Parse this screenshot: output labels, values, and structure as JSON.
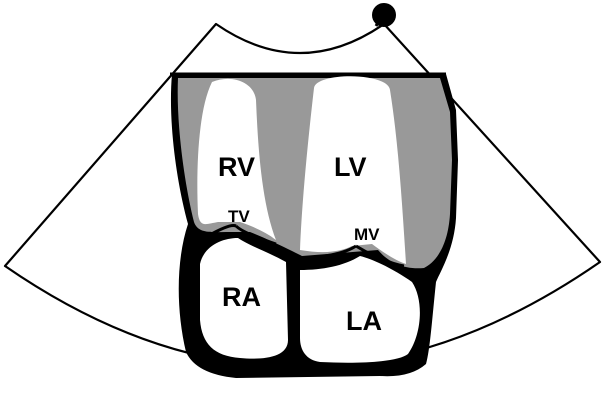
{
  "labels": {
    "right_ventricle": "RV",
    "left_ventricle": "LV",
    "tricuspid_valve": "TV",
    "mitral_valve": "MV",
    "right_atrium": "RA",
    "left_atrium": "LA"
  },
  "colors": {
    "background": "#ffffff",
    "outline": "#000000",
    "myocardium_shade": "#999999",
    "cavity": "#ffffff"
  },
  "icons": {
    "probe_marker": "probe-marker-dot"
  }
}
